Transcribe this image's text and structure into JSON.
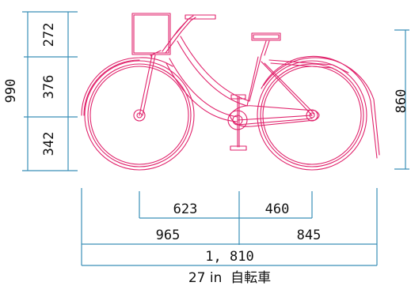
{
  "colors": {
    "bike": "#e0226b",
    "dimension_lines": "#3a8fb8",
    "text": "#111111",
    "background": "#ffffff"
  },
  "dimensions": {
    "height_total": "990",
    "height_top": "272",
    "height_middle": "376",
    "height_bottom": "342",
    "saddle_height": "860",
    "front_to_pedal": "623",
    "pedal_to_rear_axle": "460",
    "front_overhang_to_pedal": "965",
    "pedal_to_rear_overhang": "845",
    "overall_length": "1, 810"
  },
  "caption": "27 in  自転車"
}
